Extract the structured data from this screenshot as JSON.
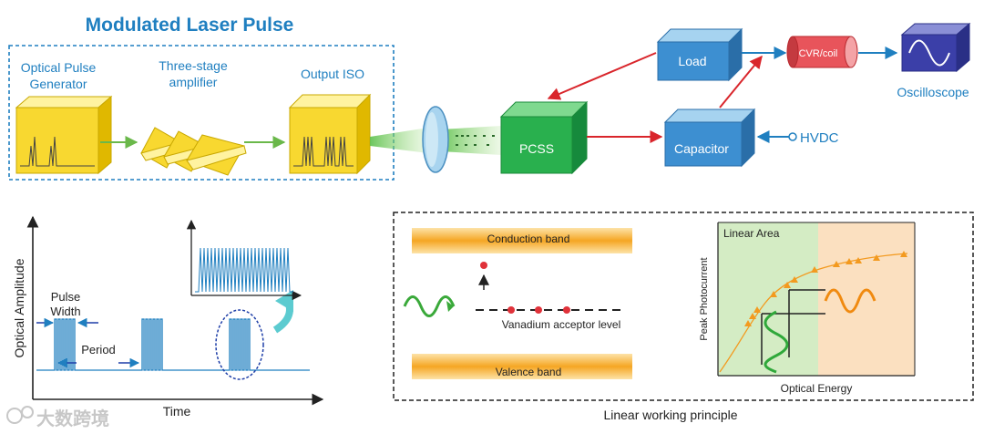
{
  "title": "Modulated Laser Pulse",
  "laser": {
    "generator_label_1": "Optical Pulse",
    "generator_label_2": "Generator",
    "amplifier_label_1": "Three-stage",
    "amplifier_label_2": "amplifier",
    "iso_label": "Output ISO"
  },
  "circuit": {
    "pcss": "PCSS",
    "load": "Load",
    "capacitor": "Capacitor",
    "cvr": "CVR/coil",
    "oscilloscope": "Oscilloscope",
    "hvdc": "HVDC"
  },
  "waveform": {
    "y_axis": "Optical Amplitude",
    "x_axis": "Time",
    "pulse_width_1": "Pulse",
    "pulse_width_2": "Width",
    "period": "Period"
  },
  "band": {
    "conduction": "Conduction band",
    "valence": "Valence band",
    "acceptor": "Vanadium acceptor level"
  },
  "plot": {
    "area_label": "Linear Area",
    "y_axis": "Peak Photocurrent",
    "x_axis": "Optical Energy"
  },
  "caption": "Linear working principle",
  "watermark": "大数跨境",
  "colors": {
    "accent_blue": "#1f7fc0",
    "green_arrow": "#6ab84a",
    "red_arrow": "#d9252b",
    "orange_curve": "#f39a1f"
  }
}
